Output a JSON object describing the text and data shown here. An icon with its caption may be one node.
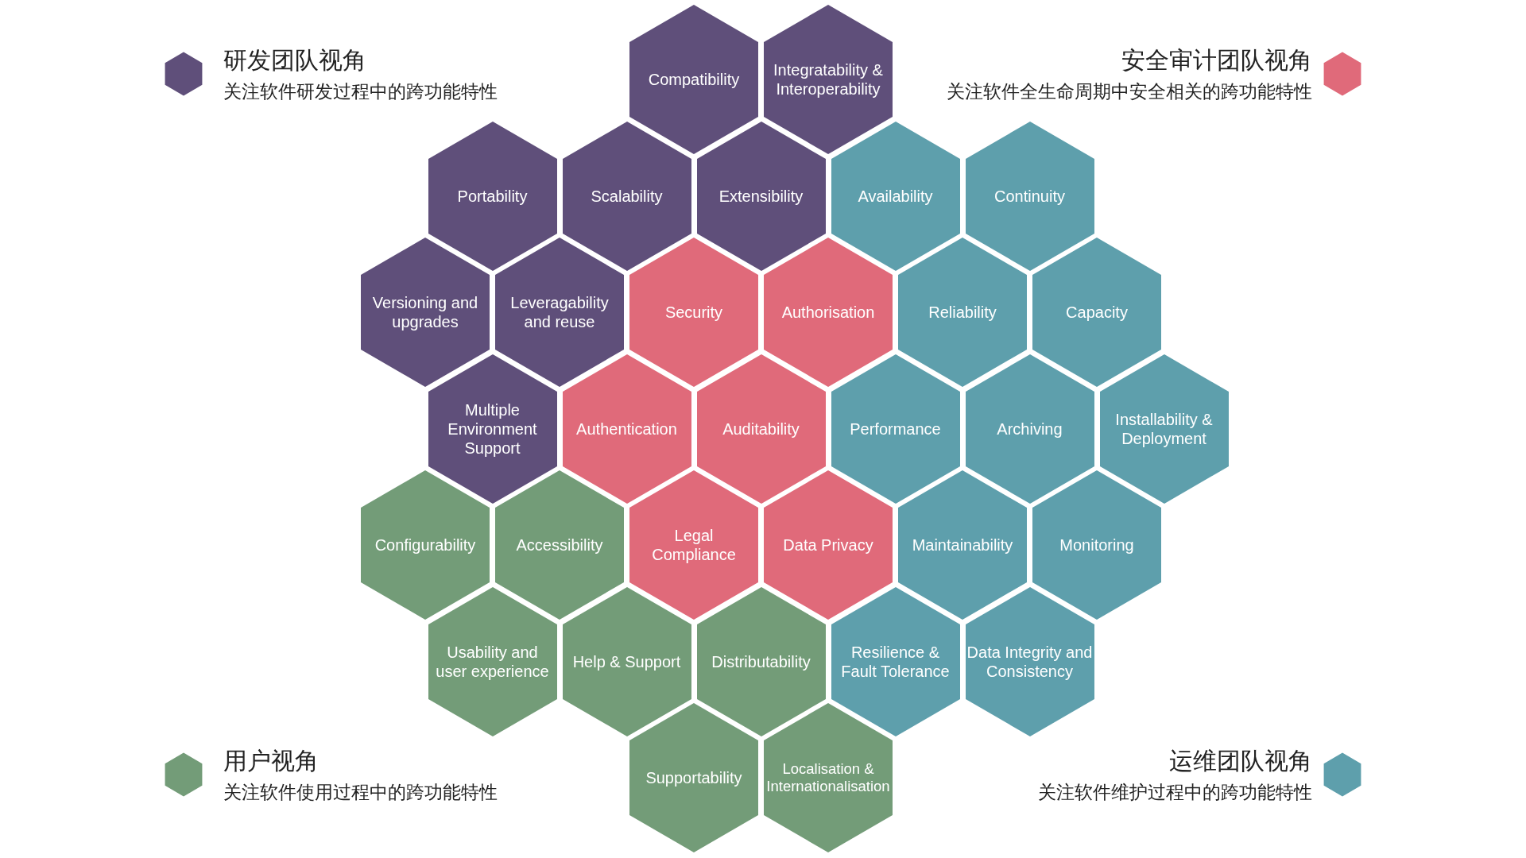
{
  "diagram": {
    "nodes": [
      {
        "text": [
          "Compatibility"
        ]
      },
      {
        "text": [
          "Integratability & Interoperability"
        ]
      },
      {
        "text": [
          "Portability"
        ]
      },
      {
        "text": [
          "Scalability"
        ]
      },
      {
        "text": [
          "Extensibility"
        ]
      },
      {
        "text": [
          "Availability"
        ]
      },
      {
        "text": [
          "Continuity"
        ]
      },
      {
        "text": [
          "Versioning and upgrades"
        ]
      },
      {
        "text": [
          "Leveragability and reuse"
        ]
      },
      {
        "text": [
          "Security"
        ]
      },
      {
        "text": [
          "Authorisation"
        ]
      },
      {
        "text": [
          "Reliability"
        ]
      },
      {
        "text": [
          "Capacity"
        ]
      },
      {
        "text": [
          "Multiple Environment Support"
        ]
      },
      {
        "text": [
          "Authentication"
        ]
      },
      {
        "text": [
          "Auditability"
        ]
      },
      {
        "text": [
          "Performance"
        ]
      },
      {
        "text": [
          "Archiving"
        ]
      },
      {
        "text": [
          "Installability & Deployment"
        ]
      },
      {
        "text": [
          "Configurability"
        ]
      },
      {
        "text": [
          "Accessibility"
        ]
      },
      {
        "text": [
          "Legal Compliance"
        ]
      },
      {
        "text": [
          "Data Privacy"
        ]
      },
      {
        "text": [
          "Maintainability"
        ]
      },
      {
        "text": [
          "Monitoring"
        ]
      },
      {
        "text": [
          "Usability and user experience"
        ]
      },
      {
        "text": [
          "Help & Support"
        ]
      },
      {
        "text": [
          "Distributability"
        ]
      },
      {
        "text": [
          "Resilience & Fault Tolerance"
        ]
      },
      {
        "text": [
          "Data Integrity and Consistency"
        ]
      },
      {
        "text": [
          "Supportability"
        ]
      },
      {
        "text": [
          "Localisation & Internationalisation"
        ]
      }
    ],
    "labels": [
      "关注软件研发过程中的跨功能特性",
      "关注软件全生命周期中安全相关的跨功能特性",
      "关注软件使用过程中的跨功能特性",
      "关注软件维护过程中的跨功能特性"
    ],
    "legend": [
      {
        "text": "研发团队视角",
        "color": "#5f4f7a"
      },
      {
        "text": "安全审计团队视角",
        "color": "#e06a7a"
      },
      {
        "text": "用户视角",
        "color": "#739c78"
      },
      {
        "text": "运维团队视角",
        "color": "#5e9fac"
      }
    ]
  }
}
